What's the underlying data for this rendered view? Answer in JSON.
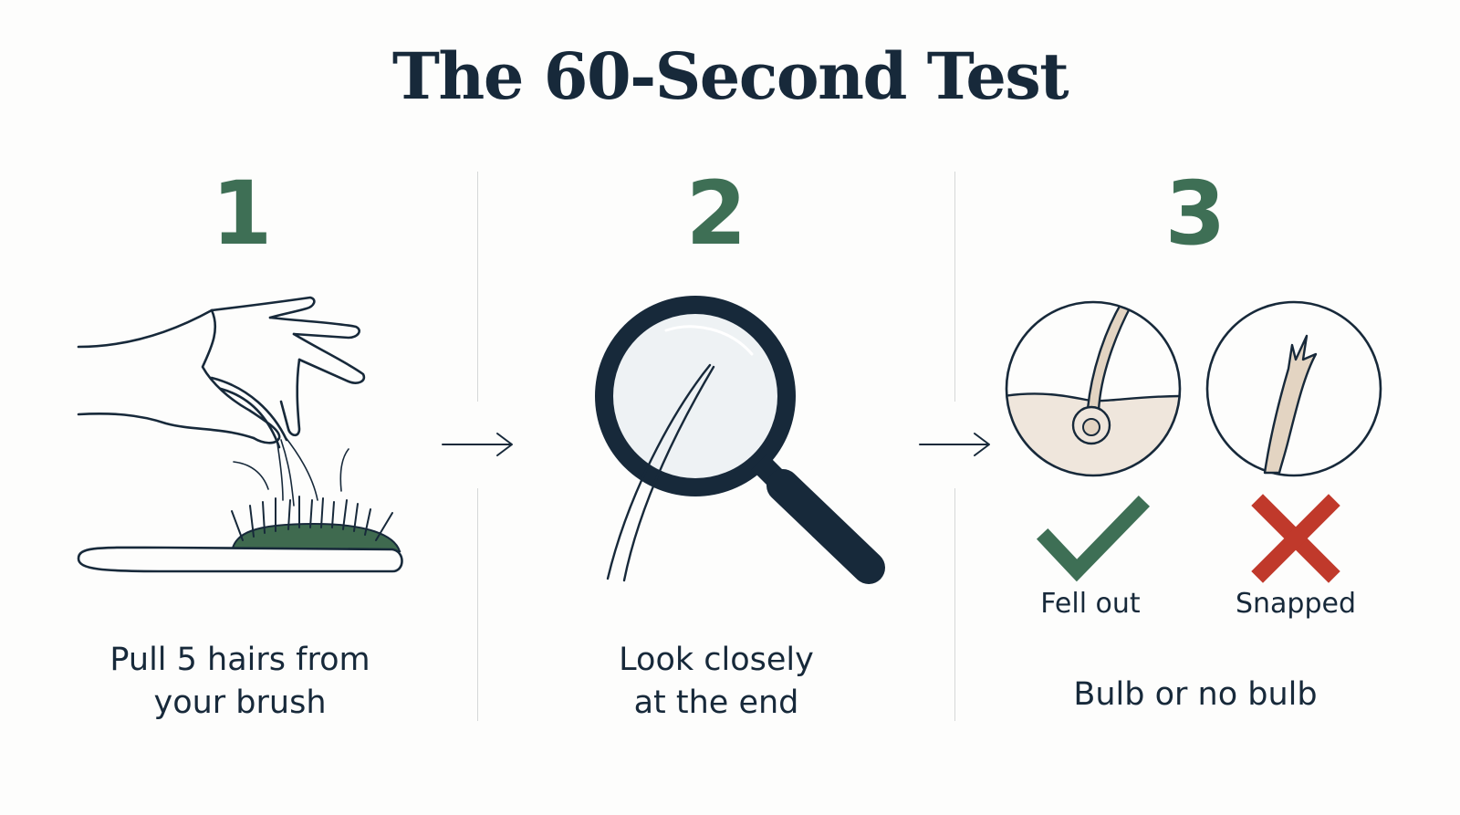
{
  "title": "The 60-Second Test",
  "colors": {
    "ink": "#17293a",
    "accent_green": "#3e6f55",
    "cross_red": "#c0392b",
    "skin": "#efe6dc",
    "lens": "#eef2f4"
  },
  "steps": [
    {
      "number": "1",
      "caption_lines": [
        "Pull 5 hairs from",
        "your brush"
      ],
      "icon": "hand-pulling-hair-from-brush"
    },
    {
      "number": "2",
      "caption_lines": [
        "Look closely",
        "at the end"
      ],
      "icon": "magnifying-glass-over-hair"
    },
    {
      "number": "3",
      "caption_lines": [
        "Bulb or no bulb"
      ],
      "outcomes": [
        {
          "label": "Fell out",
          "icon": "hair-with-bulb",
          "mark": "check"
        },
        {
          "label": "Snapped",
          "icon": "snapped-hair-tip",
          "mark": "cross"
        }
      ]
    }
  ]
}
